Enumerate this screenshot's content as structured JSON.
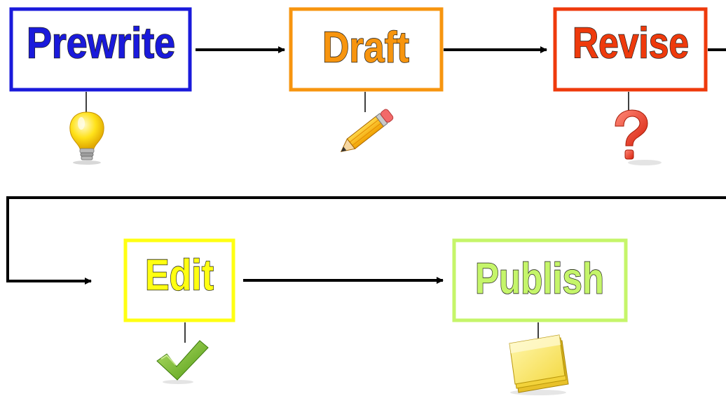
{
  "stages": [
    {
      "label": "Prewrite",
      "color": "#1a1adb",
      "icon": "lightbulb-icon"
    },
    {
      "label": "Draft",
      "color": "#f7950f",
      "icon": "pencil-icon"
    },
    {
      "label": "Revise",
      "color": "#ee3a0c",
      "icon": "question-mark-icon"
    },
    {
      "label": "Edit",
      "color": "#ffff12",
      "icon": "checkmark-icon"
    },
    {
      "label": "Publish",
      "color": "#c5f56a",
      "icon": "sticky-notes-icon"
    }
  ],
  "connector_color": "#000000"
}
